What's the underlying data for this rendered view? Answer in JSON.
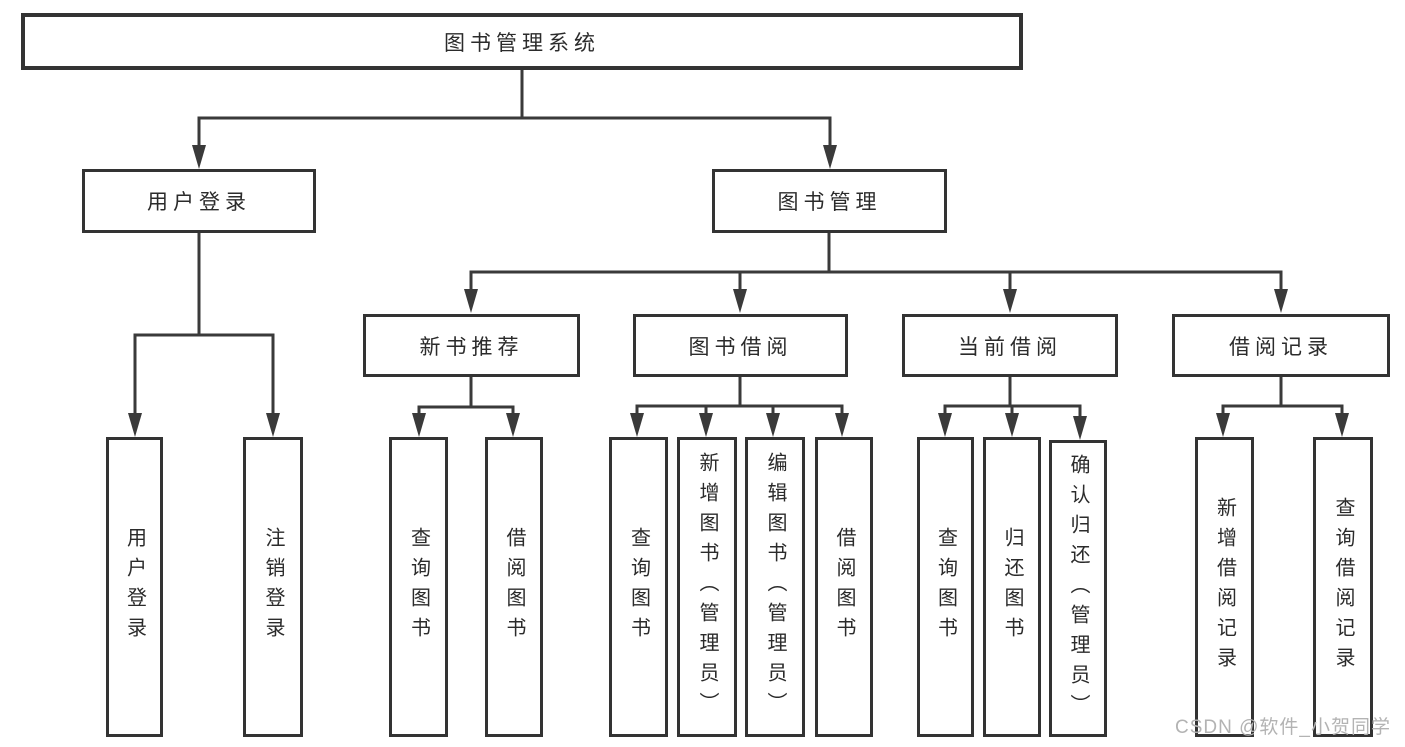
{
  "tree": {
    "root": "图书管理系统",
    "branches": [
      {
        "label": "用户登录",
        "children": [
          {
            "label": "用户登录"
          },
          {
            "label": "注销登录"
          }
        ]
      },
      {
        "label": "图书管理",
        "children": [
          {
            "label": "新书推荐",
            "children": [
              {
                "label": "查询图书"
              },
              {
                "label": "借阅图书"
              }
            ]
          },
          {
            "label": "图书借阅",
            "children": [
              {
                "label": "查询图书"
              },
              {
                "label": "新增图书（管理员）"
              },
              {
                "label": "编辑图书（管理员）"
              },
              {
                "label": "借阅图书"
              }
            ]
          },
          {
            "label": "当前借阅",
            "children": [
              {
                "label": "查询图书"
              },
              {
                "label": "归还图书"
              },
              {
                "label": "确认归还（管理员）"
              }
            ]
          },
          {
            "label": "借阅记录",
            "children": [
              {
                "label": "新增借阅记录"
              },
              {
                "label": "查询借阅记录"
              }
            ]
          }
        ]
      }
    ]
  },
  "watermark": {
    "text": "CSDN @软件_小贺同学"
  },
  "colors": {
    "line": "#3a3a3a",
    "box_border": "#333333",
    "text": "#2b2b2b",
    "watermark": "#b3b3b3",
    "background": "#ffffff"
  }
}
